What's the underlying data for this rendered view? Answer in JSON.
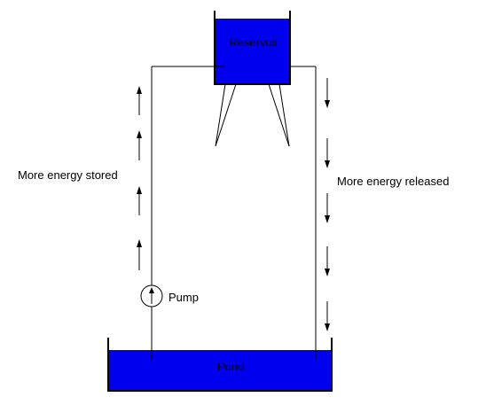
{
  "labels": {
    "reservoir": "Reservoir",
    "pond": "Pond",
    "pump": "Pump",
    "left_caption": "More energy stored",
    "right_caption": "More energy released"
  },
  "colors": {
    "water": "#0000ee",
    "line": "#000000",
    "background": "#ffffff"
  },
  "icons": {
    "flow_up": "arrow-up-icon",
    "flow_down": "arrow-down-icon",
    "pump": "pump-icon"
  }
}
